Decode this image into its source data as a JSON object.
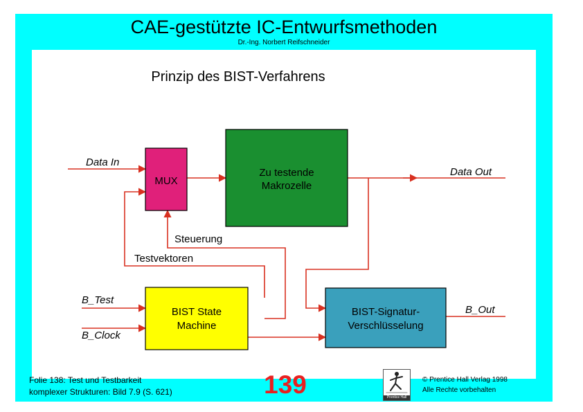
{
  "header": {
    "title": "CAE-gestützte IC-Entwurfsmethoden",
    "author": "Dr.-Ing. Norbert Reifschneider"
  },
  "diagram": {
    "title": "Prinzip des BIST-Verfahrens",
    "blocks": {
      "mux": "MUX",
      "macrocell_line1": "Zu testende",
      "macrocell_line2": "Makrozelle",
      "state_machine_line1": "BIST State",
      "state_machine_line2": "Machine",
      "signature_line1": "BIST-Signatur-",
      "signature_line2": "Verschlüsselung"
    },
    "signals": {
      "data_in": "Data In",
      "data_out": "Data Out",
      "steuerung": "Steuerung",
      "testvektoren": "Testvektoren",
      "b_test": "B_Test",
      "b_clock": "B_Clock",
      "b_out": "B_Out"
    },
    "colors": {
      "mux": "#e0207a",
      "macrocell": "#1a8f30",
      "state_machine": "#ffff00",
      "signature": "#3aa0bc",
      "wire": "#d83020",
      "frame": "#00ffff"
    }
  },
  "footer": {
    "slide_line1": "Folie 138: Test und Testbarkeit",
    "slide_line2": "komplexer Strukturen: Bild 7.9 (S. 621)",
    "slide_number": "139",
    "logo_text": "Prentice Hall",
    "copyright_line1": "© Prentice Hall Verlag 1998",
    "copyright_line2": "Alle Rechte vorbehalten"
  }
}
